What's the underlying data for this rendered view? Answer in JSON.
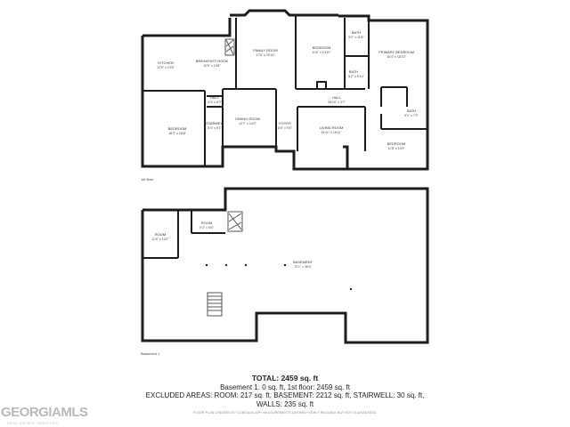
{
  "floors": {
    "first_floor_label": "1st floor",
    "basement_label": "Basement 1"
  },
  "rooms_first_floor": [
    {
      "id": "kitchen",
      "name": "KITCHEN",
      "dims": "12'0\" x 13'6\""
    },
    {
      "id": "breakfast",
      "name": "BREAKFAST NOOK",
      "dims": "11'5\" x 13'6\""
    },
    {
      "id": "family",
      "name": "FAMILY ROOM",
      "dims": "17'6\" x 19'11\""
    },
    {
      "id": "bedroom1",
      "name": "BEDROOM",
      "dims": "11'6\" x 14'10\""
    },
    {
      "id": "bath1",
      "name": "BATH",
      "dims": "5'2\" x 11'8\""
    },
    {
      "id": "bath2",
      "name": "BATH",
      "dims": "5'2\" x 6'10\""
    },
    {
      "id": "primary",
      "name": "PRIMARY BEDROOM",
      "dims": "15'4\" x 18'10\""
    },
    {
      "id": "hall1",
      "name": "HALL",
      "dims": "3'4\" x 5'0\""
    },
    {
      "id": "stairwell",
      "name": "STAIRWELL",
      "dims": "3'4\" x 8'1\""
    },
    {
      "id": "bedroom2",
      "name": "BEDROOM",
      "dims": "16'3\" x 16'8\""
    },
    {
      "id": "dining",
      "name": "DINING ROOM",
      "dims": "12'7\" x 14'0\""
    },
    {
      "id": "foyer",
      "name": "FOYER",
      "dims": "8'0\" x 9'5\""
    },
    {
      "id": "hall2",
      "name": "HALL",
      "dims": "26'10\" x 3'7\""
    },
    {
      "id": "living",
      "name": "LIVING ROOM",
      "dims": "16'11\" x 16'11\""
    },
    {
      "id": "bath3",
      "name": "BATH",
      "dims": "9'1\" x 7'2\""
    },
    {
      "id": "bedroom3",
      "name": "BEDROOM",
      "dims": "11'8\" x 10'9\""
    }
  ],
  "rooms_basement": [
    {
      "id": "room1",
      "name": "ROOM",
      "dims": "11'6\" x 13'2\""
    },
    {
      "id": "room2",
      "name": "ROOM",
      "dims": "9'3\" x 5'6\""
    },
    {
      "id": "basement",
      "name": "BASEMENT",
      "dims": "72'1\" x 36'4\""
    }
  ],
  "summary": {
    "total": "TOTAL: 2459 sq. ft",
    "line1": "Basement 1: 0 sq. ft, 1st floor: 2459 sq. ft",
    "line2": "EXCLUDED AREAS: ROOM: 217 sq. ft, BASEMENT: 2212 sq. ft, STAIRWELL: 30 sq. ft,",
    "line3": "WALLS: 235 sq. ft",
    "disclaimer": "FLOOR PLAN CREATED BY CUBICASA APP. MEASUREMENTS DEEMED HIGHLY RELIABLE BUT NOT GUARANTEED."
  },
  "logo": {
    "main": "GEORGIAMLS",
    "sub": "REAL ESTATE SERVICES"
  }
}
